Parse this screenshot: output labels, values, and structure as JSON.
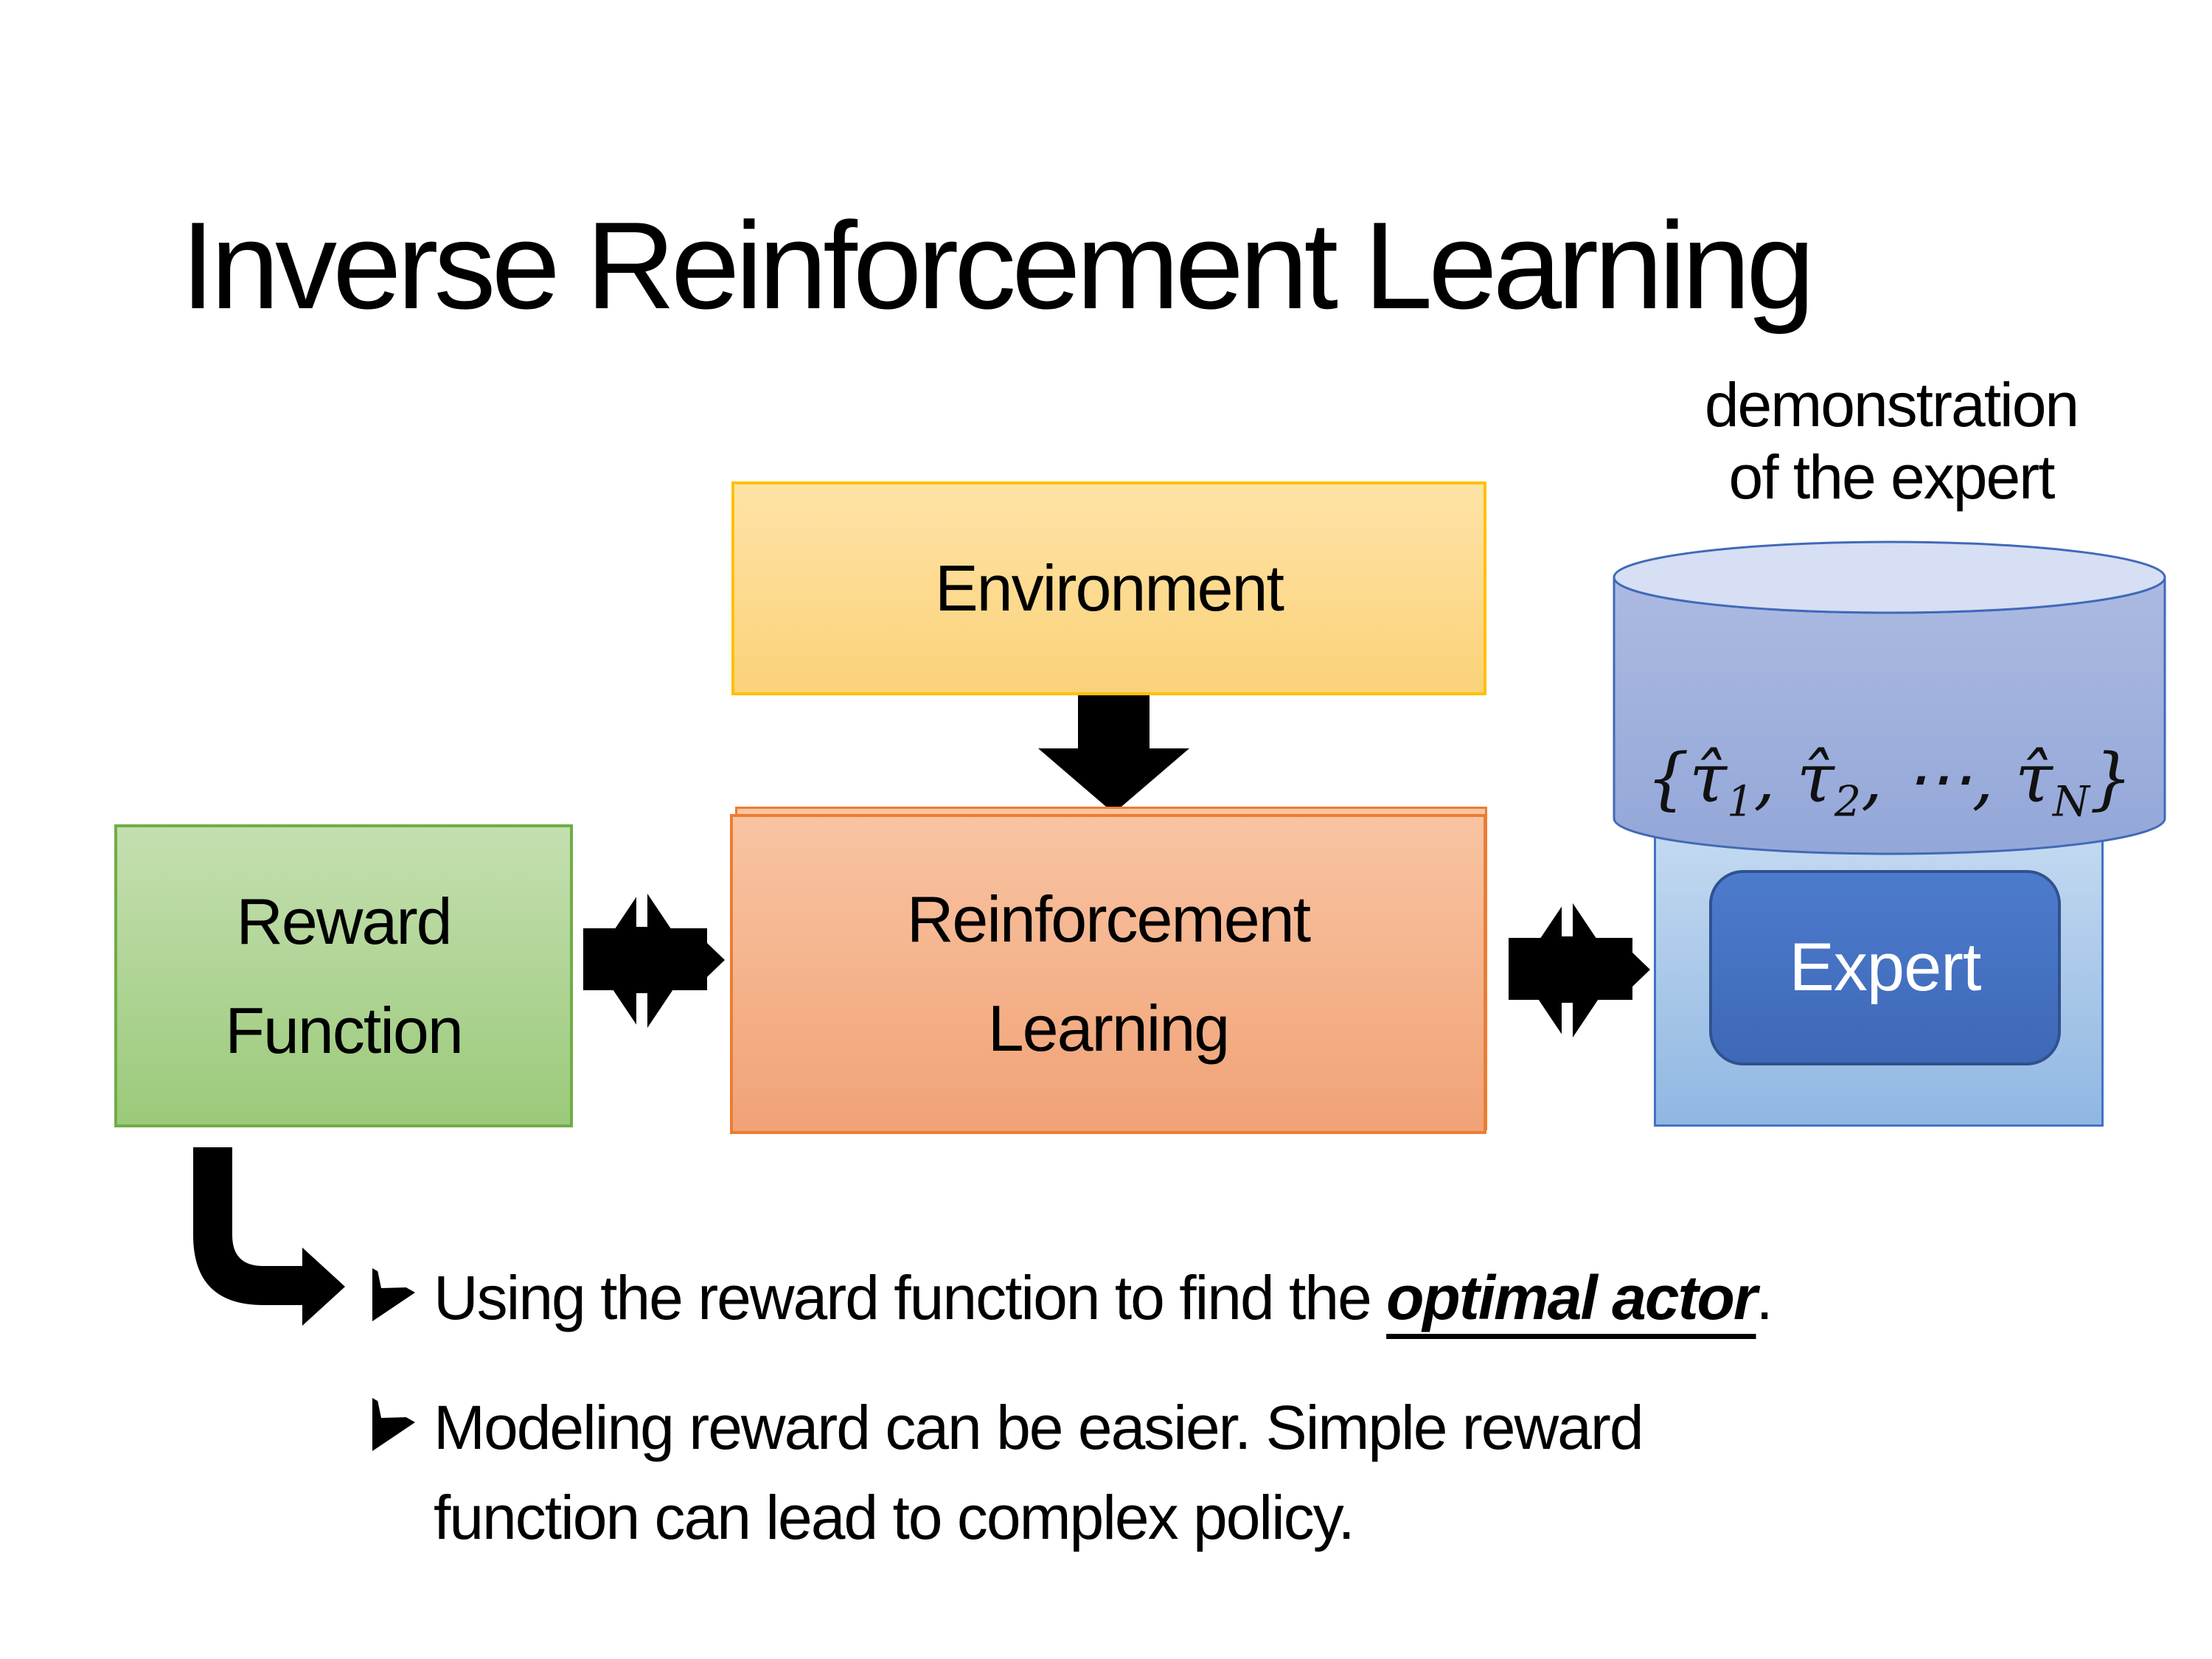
{
  "slide": {
    "title": "Inverse Reinforcement Learning"
  },
  "diagram": {
    "environment": {
      "label": "Environment"
    },
    "reward_function": {
      "label_lines": [
        "Reward",
        "Function"
      ]
    },
    "reinforcement_learning": {
      "label_lines": [
        "Reinforcement",
        "Learning"
      ]
    },
    "expert": {
      "label": "Expert"
    },
    "demonstration_caption": {
      "line1": "demonstration",
      "line2": "of the expert"
    },
    "trajectories": {
      "open": "{",
      "tau": "τ̂",
      "sub1": "1",
      "sub2": "2",
      "subN": "N",
      "comma": ", ",
      "dots": "⋯",
      "close": "}"
    }
  },
  "bullets": {
    "marker": "➢",
    "item1": {
      "pre": "Using the reward function to find the ",
      "emphasis": "optimal actor",
      "post": "."
    },
    "item2": {
      "line1": "Modeling reward can be easier. Simple reward",
      "line2": "function can lead to complex policy."
    }
  },
  "colors": {
    "environment_fill_top": "#FEE3A6",
    "environment_fill_bottom": "#FBD27A",
    "environment_border": "#FFC000",
    "reward_fill_top": "#C4DFB0",
    "reward_fill_bottom": "#9BCA7A",
    "reward_border": "#70AD47",
    "rl_fill_top": "#F8C4A2",
    "rl_fill_bottom": "#F1A276",
    "rl_border": "#ED7D31",
    "expert_panel_top": "#C9DDF2",
    "expert_panel_bottom": "#90B7E2",
    "expert_panel_border": "#4472C4",
    "expert_box_fill": "#4472C4",
    "expert_box_border": "#2F528F",
    "expert_text": "#FFFFFF",
    "cylinder_top_fill": "#D6DFF3",
    "cylinder_body_top": "#ACBAE2",
    "cylinder_body_bottom": "#93A7D8",
    "cylinder_border": "#4169B8",
    "arrow_color": "#000000",
    "text_color": "#000000",
    "background": "#FFFFFF"
  }
}
